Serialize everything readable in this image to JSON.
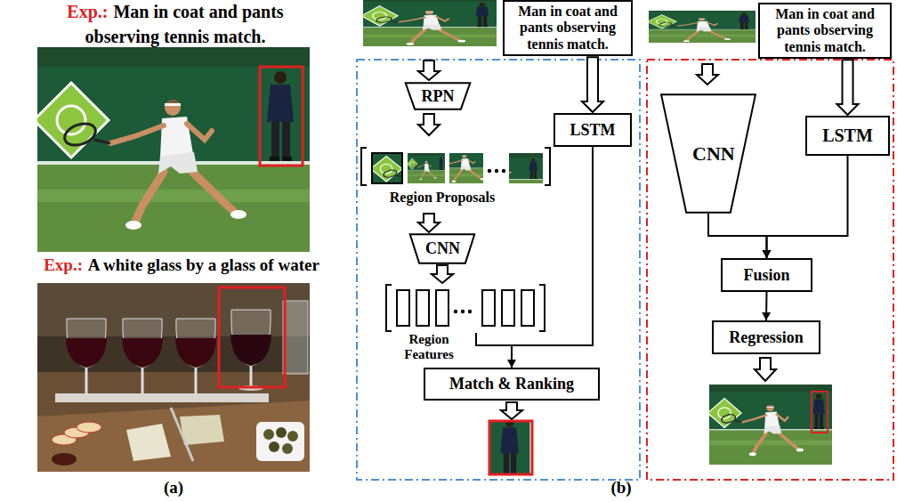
{
  "diagram": {
    "nodes": [
      {
        "text": [
          "Man in coat and pants observing tennis match."
        ]
      },
      {
        "text": [
          "RPN"
        ]
      },
      {
        "text": [
          "LSTM"
        ]
      },
      {
        "text": [
          "CNN"
        ]
      },
      {
        "text": [
          "Match & Ranking"
        ]
      },
      {
        "text": [
          "Man in coat and pants observing tennis match."
        ]
      },
      {
        "text": [
          "CNN"
        ]
      },
      {
        "text": [
          "LSTM"
        ]
      },
      {
        "text": [
          "Fusion"
        ]
      },
      {
        "text": [
          "Regression"
        ]
      }
    ],
    "edges": [
      {
        "from": 0,
        "to": 2,
        "arrow": "to"
      },
      {
        "from": 2,
        "to": 4,
        "arrow": "to"
      },
      {
        "from": 5,
        "to": 7,
        "arrow": "to"
      },
      {
        "from": 6,
        "to": 8,
        "arrow": "to"
      },
      {
        "from": 7,
        "to": 8,
        "arrow": "to"
      },
      {
        "from": 8,
        "to": 9,
        "arrow": "to"
      }
    ],
    "labels": [
      "Exp.:",
      "Man in coat and pants observing tennis match.",
      "Exp.:",
      "A white glass by a glass of water",
      "(a)",
      "Region Proposals",
      "Region Features",
      "(b)"
    ]
  }
}
